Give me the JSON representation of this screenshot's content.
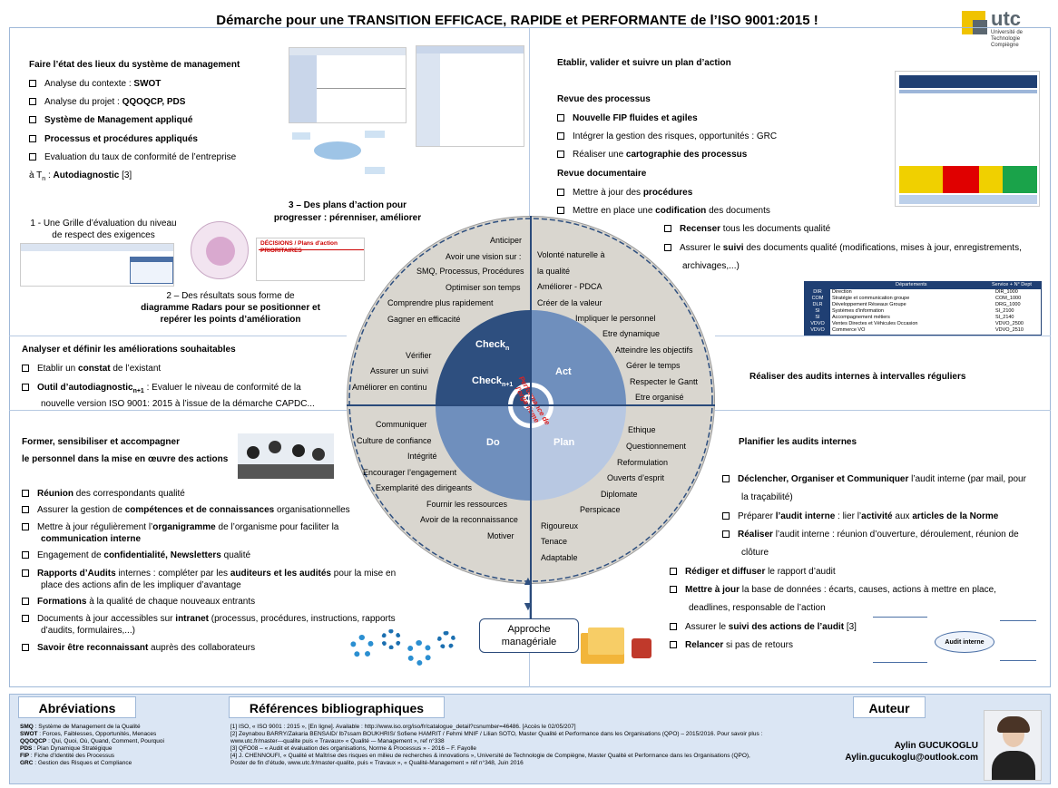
{
  "title_parts": [
    "Démarche pour une ",
    "TRANSITION EFFICACE, RAPIDE",
    " et ",
    "PERFORMANTE",
    " de l’ISO 9001:2015 !"
  ],
  "logo": {
    "name": "utc",
    "sub1": "Université de Technologie",
    "sub2": "Compiègne"
  },
  "check": {
    "heading": "Faire l’état des lieux du système de management",
    "items": [
      {
        "pre": "Analyse du contexte : ",
        "bold": "SWOT"
      },
      {
        "pre": "Analyse du projet : ",
        "bold": "QQOQCP, PDS"
      },
      {
        "pre": "",
        "bold": "Système de Management appliqué"
      },
      {
        "pre": "",
        "bold": "Processus et procédures appliqués"
      },
      {
        "pre": "Evaluation du taux de conformité  de l’entreprise",
        "bold": ""
      }
    ],
    "tn": "à T",
    "tn_sub": "n",
    "tn_rest": " : ",
    "tn_bold": "Autodiagnostic",
    "tn_ref": " [3]",
    "grid1": "1 - Une Grille d’évaluation du niveau",
    "grid2": "de respect des exigences",
    "plans1": "3 – Des plans d’action pour",
    "plans2": "progresser : pérenniser, améliorer",
    "radar1": "2 – Des résultats sous forme de",
    "radar2": "diagramme Radars pour se positionner et",
    "radar3": "repérer les points d’amélioration",
    "decisions": "DÉCISIONS / Plans d'action PRIORITAIRES"
  },
  "analyse": {
    "heading": "Analyser et définir les améliorations souhaitables",
    "item1": "Etablir un ",
    "item1b": "constat",
    "item1c": " de l’existant",
    "item2b": "Outil d’autodiagnostic",
    "item2sub": "n+1",
    "item2c": " : Evaluer le niveau de conformité  de la",
    "item2d": "nouvelle version ISO 9001: 2015 à l’issue de la démarche CAPDC..."
  },
  "act": {
    "heading": "Etablir, valider et suivre un plan d’action",
    "rev1": "Revue des processus",
    "items1": [
      {
        "pre": "",
        "bold": "Nouvelle FIP fluides et agiles",
        "post": ""
      },
      {
        "pre": "Intégrer la gestion des risques, opportunités : GRC",
        "bold": "",
        "post": ""
      },
      {
        "pre": "Réaliser une ",
        "bold": "cartographie des processus",
        "post": ""
      }
    ],
    "rev2": "Revue documentaire",
    "items2": [
      {
        "pre": "Mettre à jour des ",
        "bold": "procédures",
        "post": ""
      },
      {
        "pre": "Mettre en place une ",
        "bold": "codification",
        "post": " des documents"
      }
    ],
    "sub1b": "Recenser",
    "sub1": " tous les documents qualité",
    "sub2a": "Assurer le ",
    "sub2b": "suivi",
    "sub2c": " des documents qualité  (modifications, mises à jour, enregistrements,",
    "sub2d": "archivages,...)",
    "audits": "Réaliser des audits internes à intervalles réguliers",
    "dept_h1": "Départements",
    "dept_h2": "Service + N° Dept",
    "dept_rows": [
      [
        "DIR",
        "Direction",
        "DIR_1000"
      ],
      [
        "COM",
        "Stratégie et communication groupe",
        "COM_1000"
      ],
      [
        "DLR",
        "Développement Réseaux Groupe",
        "DRG_1000"
      ],
      [
        "SI",
        "Systèmes d'information",
        "SI_2100"
      ],
      [
        "SI",
        "Accompagnement métiers",
        "SI_2140"
      ],
      [
        "VDVO",
        "Ventes Directes et Véhicules Occasion",
        "VDVO_2500"
      ],
      [
        "VDVO",
        "Commerce VO",
        "VDVO_2510"
      ]
    ]
  },
  "do": {
    "heading1": "Former, sensibiliser et accompagner",
    "heading2": "le personnel dans la mise en œuvre des actions",
    "items": [
      {
        "pre": "",
        "bold": "Réunion",
        "post": " des correspondants qualité"
      },
      {
        "pre": "Assurer la gestion de ",
        "bold": "compétences et de connaissances",
        "post": " organisationnelles"
      },
      {
        "pre": "Mettre à jour régulièrement l’",
        "bold": "organigramme",
        "post": " de l’organisme pour faciliter la"
      },
      {
        "pre": "",
        "bold": "communication interne",
        "post": ""
      },
      {
        "pre": "Engagement de ",
        "bold": "confidentialité, Newsletters",
        "post": " qualité"
      },
      {
        "pre": "",
        "bold": "Rapports d’Audits",
        "post": " internes : compléter par les ",
        "bold2": "auditeurs et les audités",
        "post2": " pour la mise en"
      },
      {
        "pre": "place des actions afin de les impliquer d’avantage",
        "bold": "",
        "post": ""
      },
      {
        "pre": "",
        "bold": "Formations",
        "post": " à la qualité de chaque nouveaux entrants"
      },
      {
        "pre": "Documents à jour accessibles sur ",
        "bold": "intranet",
        "post": " (processus, procédures, instructions, rapports"
      },
      {
        "pre": "d’audits, formulaires,...)",
        "bold": "",
        "post": ""
      },
      {
        "pre": "",
        "bold": "Savoir être reconnaissant",
        "post": " auprès des collaborateurs"
      }
    ]
  },
  "plan": {
    "heading": "Planifier les audits internes",
    "items": [
      {
        "b1": "Déclencher, Organiser et Communiquer",
        "t1": " l’audit interne (par mail, pour"
      },
      {
        "b1": "",
        "t1": "la traçabilité)"
      },
      {
        "b1": "",
        "t1": "Préparer ",
        "b2": "l’audit interne",
        "t2": " : lier l’",
        "b3": "activité",
        "t3": " aux ",
        "b4": "articles de la Norme"
      },
      {
        "b1": "Réaliser",
        "t1": " l’audit interne : réunion d’ouverture, déroulement, réunion de"
      },
      {
        "b1": "",
        "t1": "clôture"
      },
      {
        "b1": "Rédiger et diffuser",
        "t1": " le rapport d’audit"
      },
      {
        "b1": "Mettre à jour",
        "t1": " la base de données : écarts, causes, actions à mettre en place,"
      },
      {
        "b1": "",
        "t1": "deadlines, responsable de l’action"
      },
      {
        "b1": "",
        "t1": "Assurer le ",
        "b2": "suivi des actions de l’audit",
        "t2": " [3]"
      },
      {
        "b1": "Relancer",
        "t1": " si pas de retours"
      }
    ],
    "mindmap_center": "Audit interne"
  },
  "wheel": {
    "check_labels": [
      "Anticiper",
      "Avoir une vision sur :",
      "SMQ, Processus, Procédures",
      "Optimiser son temps",
      "Comprendre plus rapidement",
      "Gagner en efficacité"
    ],
    "check_low": [
      "Vérifier",
      "Assurer un suivi",
      "Améliorer en continu"
    ],
    "act_labels": [
      "Volonté naturelle à",
      "la qualité",
      "Améliorer - PDCA",
      "Créer de la valeur",
      "Impliquer le personnel",
      "Etre dynamique",
      "Atteindre les objectifs",
      "Gérer le temps",
      "Respecter le Gantt",
      "Etre organisé"
    ],
    "do_labels": [
      "Communiquer",
      "Culture de confiance",
      "Intégrité",
      "Encourager l’engagement",
      "Exemplarité des dirigeants",
      "Fournir les ressources",
      "Avoir de la reconnaissance",
      "Motiver"
    ],
    "plan_labels": [
      "Ethique",
      "Questionnement",
      "Reformulation",
      "Ouverts d’esprit",
      "Diplomate",
      "Perspicace",
      "Rigoureux",
      "Tenace",
      "Adaptable"
    ],
    "q_check_n": "Check",
    "q_check_n_sub": "n",
    "q_check_n1": "Check",
    "q_check_n1_sub": "n+1",
    "q_act": "Act",
    "q_do": "Do",
    "q_plan": "Plan",
    "perf": "Performance de l'organisme",
    "approche1": "Approche",
    "approche2": "managériale"
  },
  "abbr": {
    "tab": "Abréviations",
    "lines": [
      [
        "SMQ",
        " : Système de Management de la Qualité"
      ],
      [
        "SWOT",
        " : Forces, Faiblesses, Opportunités, Menaces"
      ],
      [
        "QQOQCP",
        " : Qui, Quoi, Où, Quand, Comment, Pourquoi"
      ],
      [
        "PDS",
        " : Plan Dynamique Stratégique"
      ],
      [
        "FIP",
        " : Fiche d’Identité des Processus"
      ],
      [
        "GRC",
        " : Gestion des Risques et Compliance"
      ]
    ]
  },
  "refs": {
    "tab": "Références bibliographiques",
    "lines": [
      "[1] ISO, « ISO 9001 : 2015 », [En ligne]. Available : http://www.iso.org/iso/fr/catalogue_detail?csnumber=46486. [Accès le 02/05/207]",
      "[2] Zeynabou BARRY/Zakaria BENSAID/ Ib7ssam BOUKHRIS/ Sofiene HAMRIT / Fehmi MNIF / Lilian SOTO, Master Qualité et Performance dans les Organisations  (QPO) – 2015/2016. Pour savoir plus :",
      "www.utc.fr/master---qualite puis « Travaux» « Qualité -– Management », ref n°338",
      "[3] QFO08 – « Audit et évaluation des organisations, Norme & Processus » - 2016 – F. Fayolle",
      "[4] J. CHENNOUFI, « Qualité et Maîtrise des risques en milieu de recherches & innovations », Université de Technologie de Compiègne, Master Qualité et Performance dans les Organisations (QPO),",
      "Poster de fin d’étude, www.utc.fr/master-qualite, puis « Travaux », « Qualité-Management » réf n°348, Juin 2016"
    ]
  },
  "author": {
    "tab": "Auteur",
    "name": "Aylin GUCUKOGLU",
    "email": "Aylin.gucukoglu@outlook.com"
  },
  "colors": {
    "dark": "#2e4f7f",
    "mid": "#6f8fbd",
    "light": "#b8c8e2",
    "frame": "#9fb8d8"
  }
}
